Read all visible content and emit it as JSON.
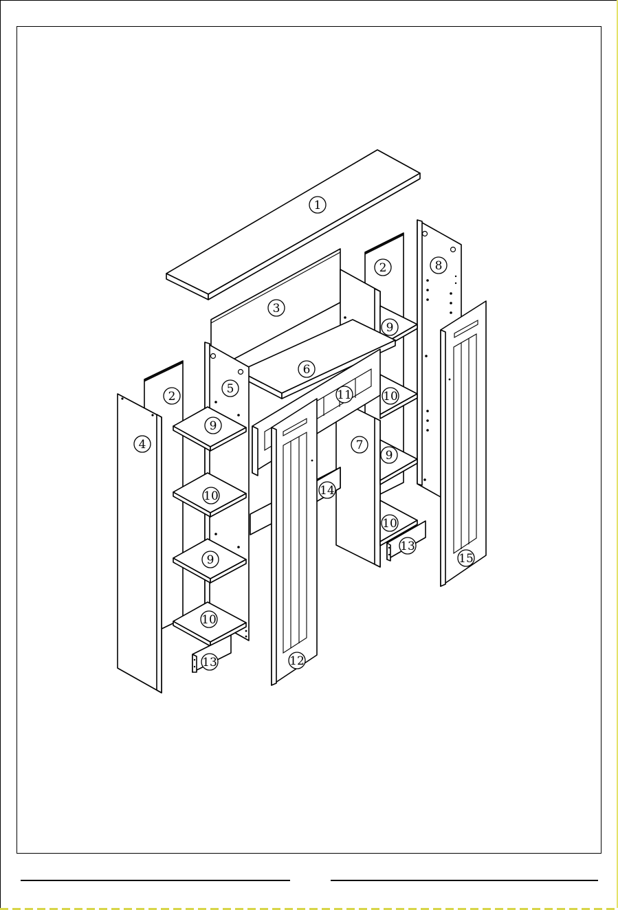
{
  "diagram": {
    "parts": [
      {
        "id": "part-1",
        "label": "1"
      },
      {
        "id": "part-2a",
        "label": "2"
      },
      {
        "id": "part-2b",
        "label": "2"
      },
      {
        "id": "part-3",
        "label": "3"
      },
      {
        "id": "part-4",
        "label": "4"
      },
      {
        "id": "part-5",
        "label": "5"
      },
      {
        "id": "part-6",
        "label": "6"
      },
      {
        "id": "part-7",
        "label": "7"
      },
      {
        "id": "part-8",
        "label": "8"
      },
      {
        "id": "part-9a",
        "label": "9"
      },
      {
        "id": "part-9b",
        "label": "9"
      },
      {
        "id": "part-9c",
        "label": "9"
      },
      {
        "id": "part-9d",
        "label": "9"
      },
      {
        "id": "part-10a",
        "label": "10"
      },
      {
        "id": "part-10b",
        "label": "10"
      },
      {
        "id": "part-10c",
        "label": "10"
      },
      {
        "id": "part-10d",
        "label": "10"
      },
      {
        "id": "part-11",
        "label": "11"
      },
      {
        "id": "part-12",
        "label": "12"
      },
      {
        "id": "part-13a",
        "label": "13"
      },
      {
        "id": "part-13b",
        "label": "13"
      },
      {
        "id": "part-14",
        "label": "14"
      },
      {
        "id": "part-15",
        "label": "15"
      }
    ]
  }
}
